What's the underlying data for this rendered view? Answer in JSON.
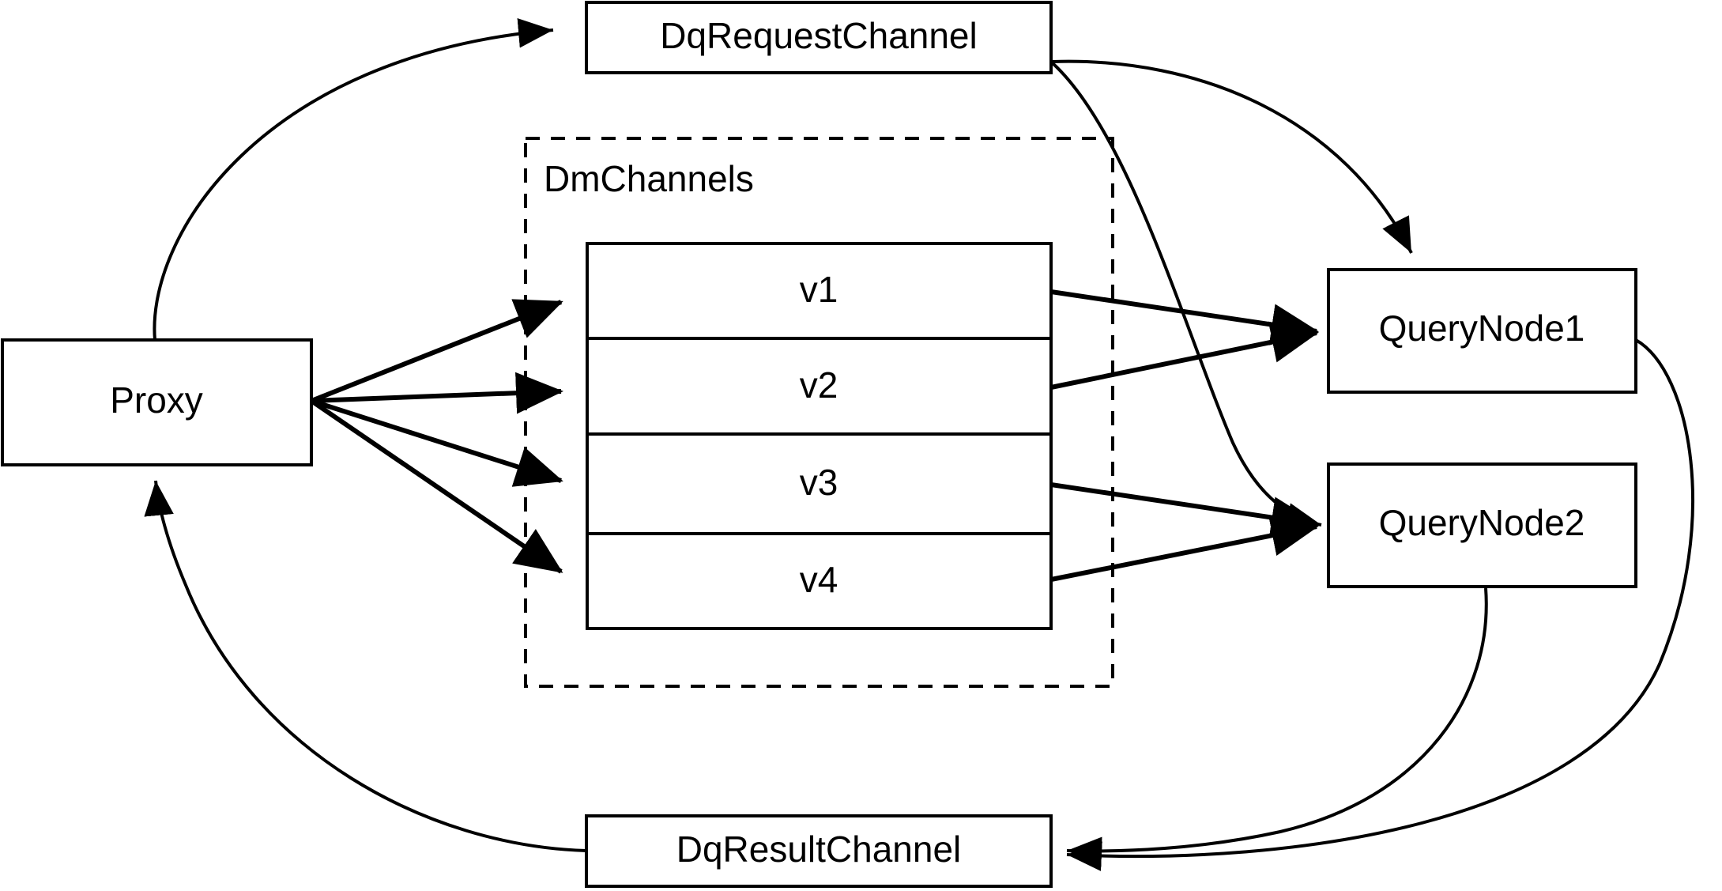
{
  "diagram": {
    "title": "Milvus distributed query message-channel flow",
    "background_color": "#ffffff",
    "stroke_color": "#000000",
    "nodes": {
      "proxy": {
        "label": "Proxy"
      },
      "dq_request_channel": {
        "label": "DqRequestChannel"
      },
      "dq_result_channel": {
        "label": "DqResultChannel"
      },
      "query_node_1": {
        "label": "QueryNode1"
      },
      "query_node_2": {
        "label": "QueryNode2"
      }
    },
    "group": {
      "label": "DmChannels",
      "style": "dashed",
      "channels": [
        {
          "label": "v1"
        },
        {
          "label": "v2"
        },
        {
          "label": "v3"
        },
        {
          "label": "v4"
        }
      ]
    },
    "edges": [
      {
        "from": "Proxy",
        "to": "DqRequestChannel",
        "style": "curved",
        "arrow": "to"
      },
      {
        "from": "Proxy",
        "to": "v1",
        "style": "straight",
        "arrow": "to"
      },
      {
        "from": "Proxy",
        "to": "v2",
        "style": "straight",
        "arrow": "to"
      },
      {
        "from": "Proxy",
        "to": "v3",
        "style": "straight",
        "arrow": "to"
      },
      {
        "from": "Proxy",
        "to": "v4",
        "style": "straight",
        "arrow": "to"
      },
      {
        "from": "DqRequestChannel",
        "to": "QueryNode1",
        "style": "curved",
        "arrow": "to"
      },
      {
        "from": "DqRequestChannel",
        "to": "QueryNode2",
        "style": "curved",
        "arrow": "to"
      },
      {
        "from": "v1",
        "to": "QueryNode1",
        "style": "straight",
        "arrow": "to"
      },
      {
        "from": "v2",
        "to": "QueryNode1",
        "style": "straight",
        "arrow": "to"
      },
      {
        "from": "v3",
        "to": "QueryNode2",
        "style": "straight",
        "arrow": "to"
      },
      {
        "from": "v4",
        "to": "QueryNode2",
        "style": "straight",
        "arrow": "to"
      },
      {
        "from": "QueryNode1",
        "to": "DqResultChannel",
        "style": "curved",
        "arrow": "to"
      },
      {
        "from": "QueryNode2",
        "to": "DqResultChannel",
        "style": "curved",
        "arrow": "to"
      },
      {
        "from": "DqResultChannel",
        "to": "Proxy",
        "style": "curved",
        "arrow": "to"
      }
    ]
  }
}
